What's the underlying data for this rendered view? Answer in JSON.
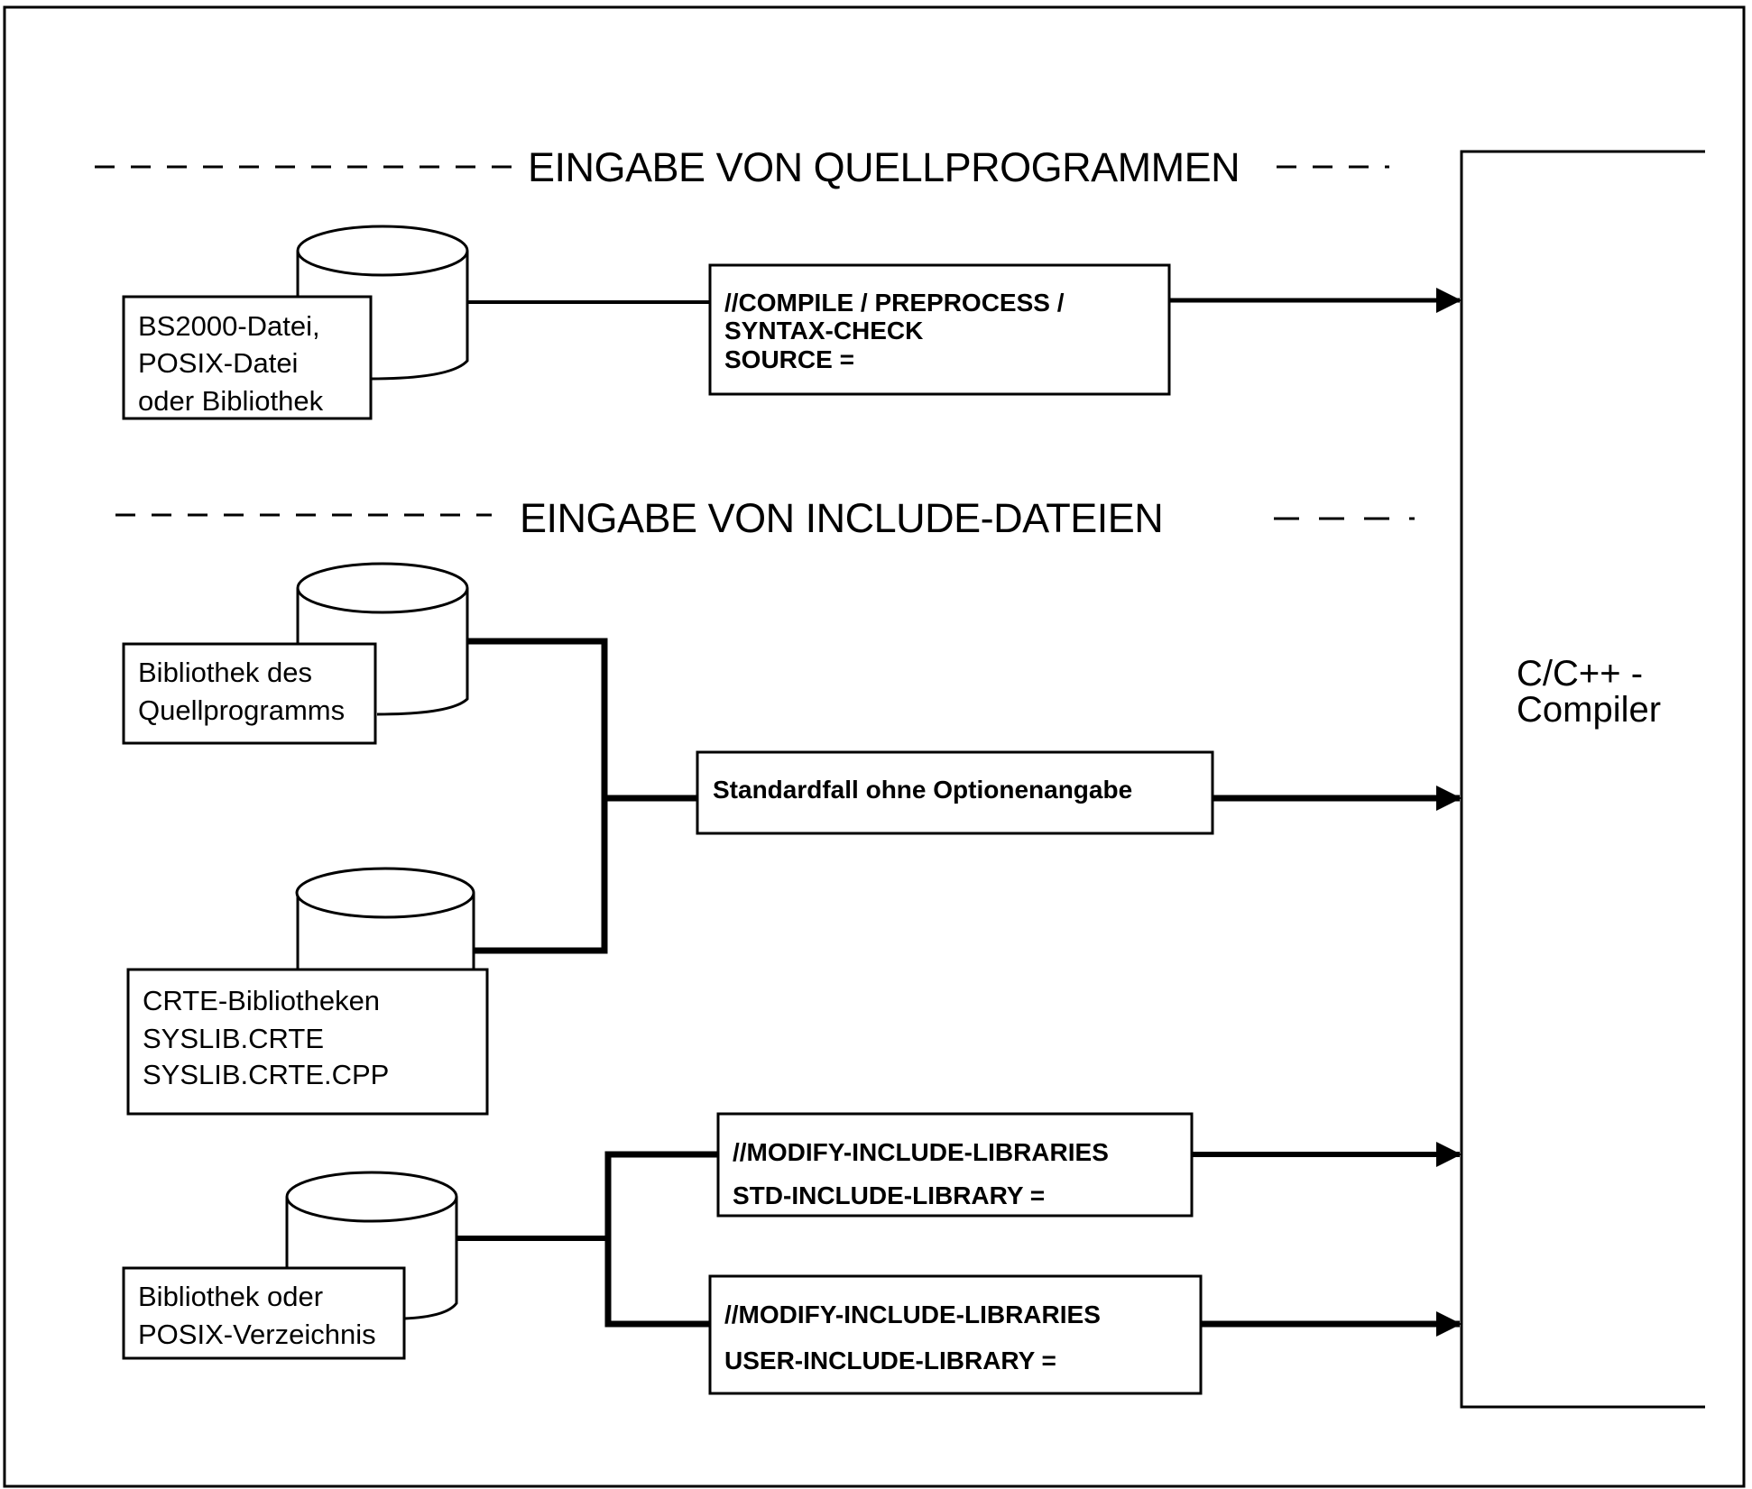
{
  "sections": {
    "source_input": "EINGABE VON QUELLPROGRAMMEN",
    "include_input": "EINGABE VON  INCLUDE-DATEIEN"
  },
  "storages": {
    "source_file": [
      "BS2000-Datei,",
      "POSIX-Datei",
      "oder Bibliothek"
    ],
    "source_library": [
      "Bibliothek des",
      "Quellprogramms"
    ],
    "crte_libraries": [
      "CRTE-Bibliotheken",
      "SYSLIB.CRTE",
      "SYSLIB.CRTE.CPP"
    ],
    "user_library": [
      "Bibliothek oder",
      "POSIX-Verzeichnis"
    ]
  },
  "commands": {
    "compile": [
      "//COMPILE / PREPROCESS /",
      "SYNTAX-CHECK",
      "SOURCE ="
    ],
    "default_case": [
      "Standardfall ohne  Optionenangabe"
    ],
    "std_include": [
      "//MODIFY-INCLUDE-LIBRARIES",
      "STD-INCLUDE-LIBRARY ="
    ],
    "user_include": [
      "//MODIFY-INCLUDE-LIBRARIES",
      "USER-INCLUDE-LIBRARY ="
    ]
  },
  "compiler": [
    "C/C++ -",
    "Compiler"
  ]
}
